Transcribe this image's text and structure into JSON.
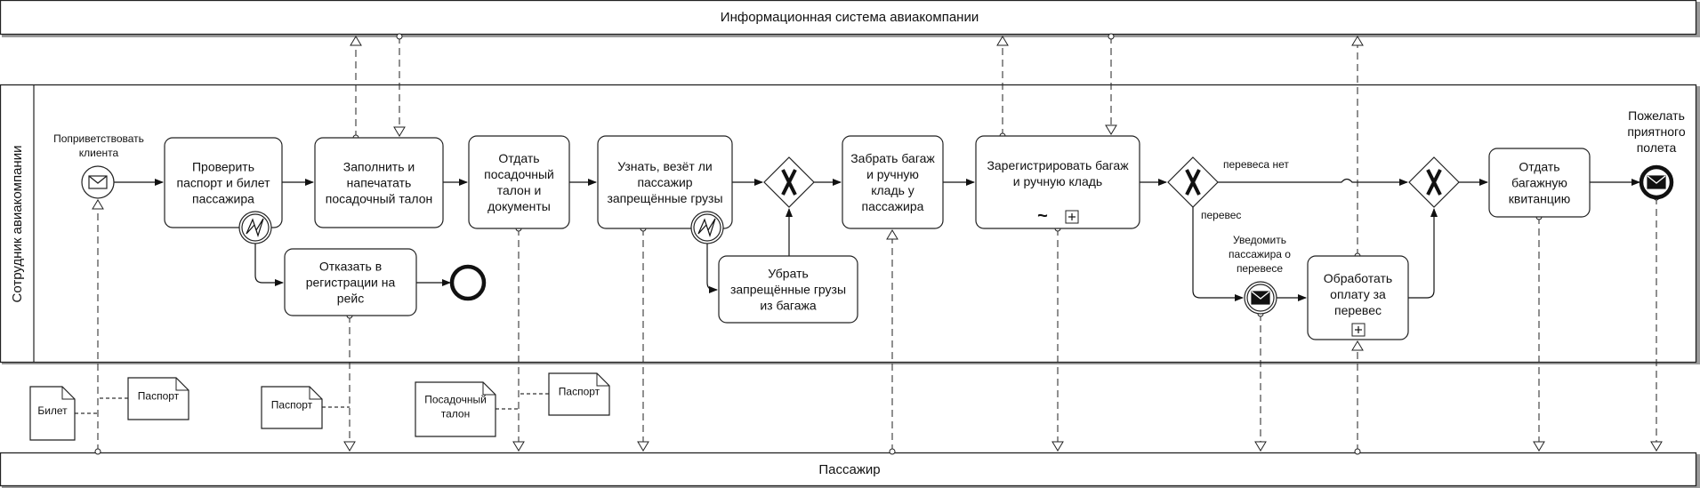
{
  "pools": {
    "top": "Информационная система авиакомпании",
    "middle": "Сотрудник авиакомпании",
    "bottom": "Пассажир"
  },
  "events": {
    "start": {
      "label": [
        "Поприветствовать",
        "клиента"
      ],
      "icon": "envelope-icon"
    },
    "error_end": {
      "icon": "end-event"
    },
    "notify": {
      "label": [
        "Уведомить",
        "пассажира о",
        "перевесе"
      ],
      "icon": "envelope-filled-icon"
    },
    "end": {
      "label": [
        "Пожелать",
        "приятного",
        "полета"
      ],
      "icon": "envelope-filled-icon"
    }
  },
  "tasks": {
    "check": [
      "Проверить",
      "паспорт и билет",
      "пассажира"
    ],
    "refuse": [
      "Отказать в",
      "регистрации на",
      "рейс"
    ],
    "fill": [
      "Заполнить и",
      "напечатать",
      "посадочный талон"
    ],
    "give": [
      "Отдать",
      "посадочный",
      "талон и",
      "документы"
    ],
    "ask": [
      "Узнать, везёт ли",
      "пассажир",
      "запрещённые грузы"
    ],
    "remove": [
      "Убрать",
      "запрещённые грузы",
      "из багажа"
    ],
    "take": [
      "Забрать багаж",
      "и ручную",
      "кладь у",
      "пассажира"
    ],
    "register": [
      "Зарегистрировать багаж",
      "и ручную кладь"
    ],
    "pay": [
      "Обработать",
      "оплату за",
      "перевес"
    ],
    "receipt": [
      "Отдать",
      "багажную",
      "квитанцию"
    ]
  },
  "gateway_labels": {
    "no_overweight": "перевеса нет",
    "overweight": "перевес"
  },
  "documents": {
    "ticket": [
      "Билет"
    ],
    "passport1": [
      "Паспорт"
    ],
    "passport2": [
      "Паспорт"
    ],
    "boarding": [
      "Посадочный",
      "талон"
    ],
    "passport3": [
      "Паспорт"
    ]
  },
  "markers": {
    "loop": "~",
    "subprocess": "+"
  }
}
